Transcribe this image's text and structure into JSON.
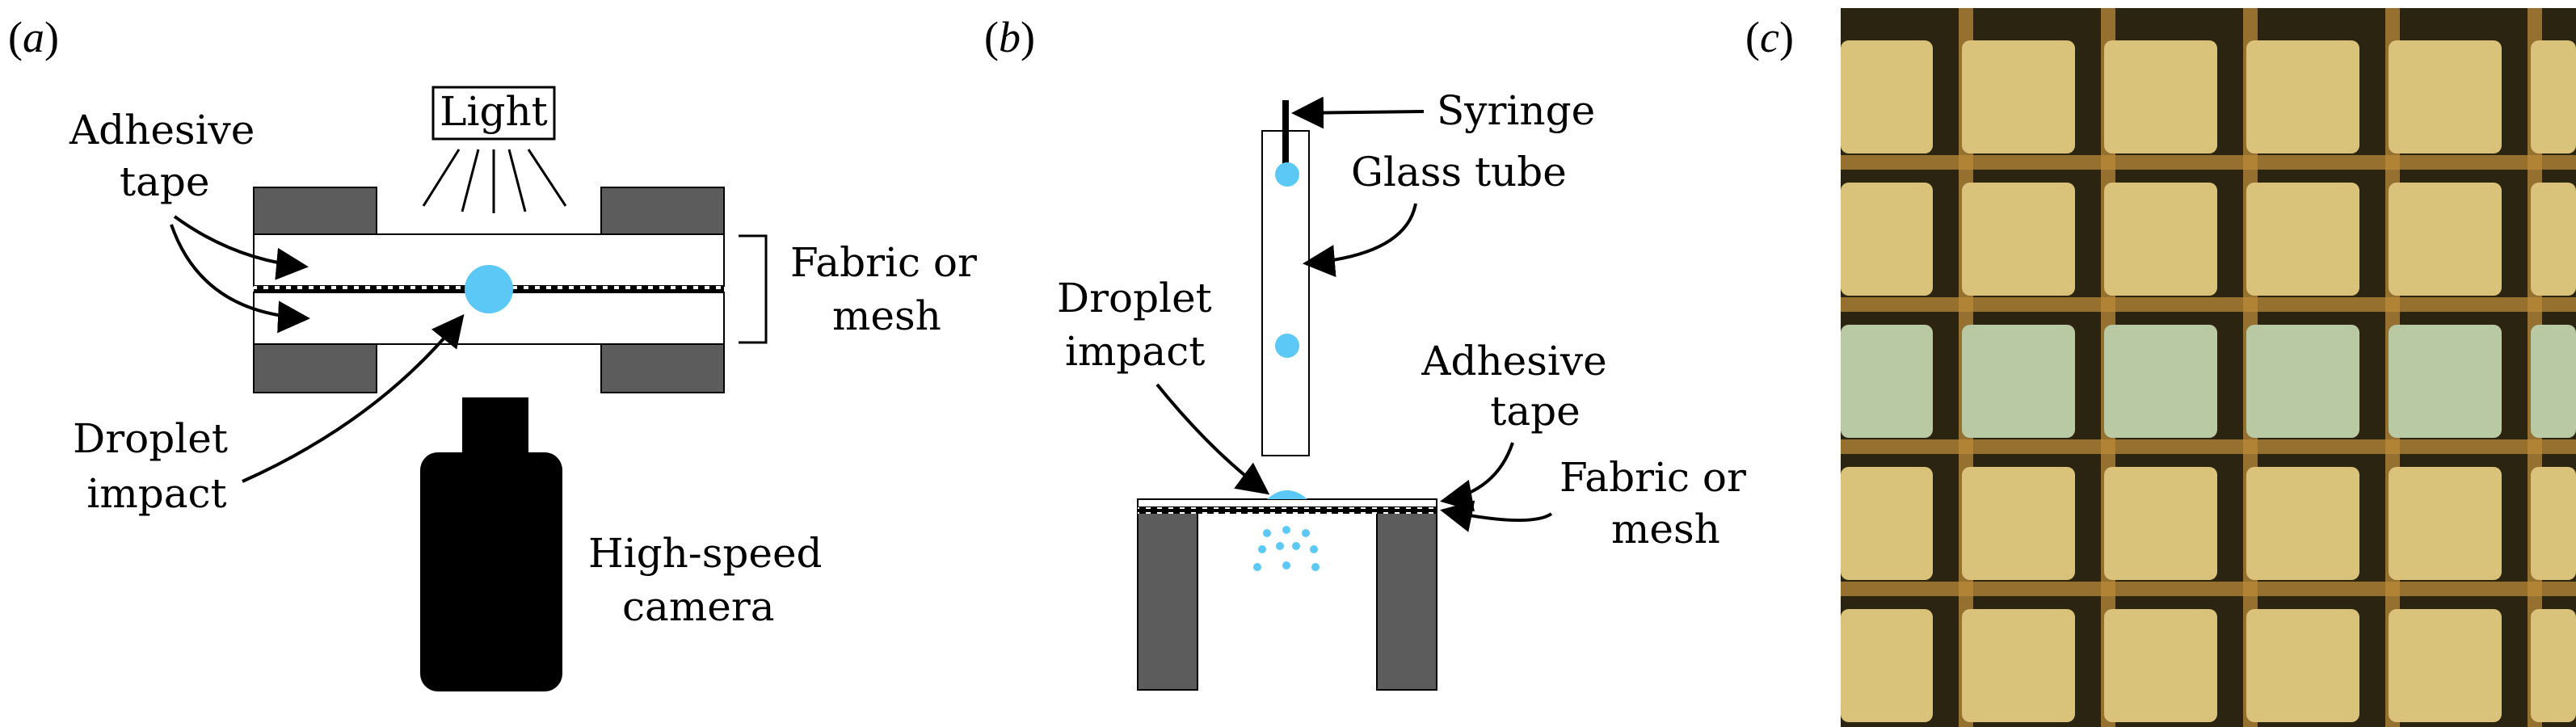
{
  "panels": {
    "a": {
      "letter": "a",
      "light_label": "Light",
      "adhesive_tape": [
        "Adhesive",
        "tape"
      ],
      "fabric_or_mesh": [
        "Fabric or",
        "mesh"
      ],
      "droplet_impact": [
        "Droplet",
        "impact"
      ],
      "camera": [
        "High-speed",
        "camera"
      ]
    },
    "b": {
      "letter": "b",
      "syringe": "Syringe",
      "glass_tube": "Glass tube",
      "droplet_impact": [
        "Droplet",
        "impact"
      ],
      "adhesive_tape": [
        "Adhesive",
        "tape"
      ],
      "fabric_or_mesh": [
        "Fabric or",
        "mesh"
      ]
    },
    "c": {
      "letter": "c"
    }
  },
  "colors": {
    "droplet": "#5bc8f5",
    "support": "#5c5c5c",
    "ink": "#000000",
    "photo_background": "#2a2410",
    "photo_cell": "#d9c27a",
    "photo_cell_light": "#b9c9a4",
    "photo_thread": "#b98a3a"
  }
}
